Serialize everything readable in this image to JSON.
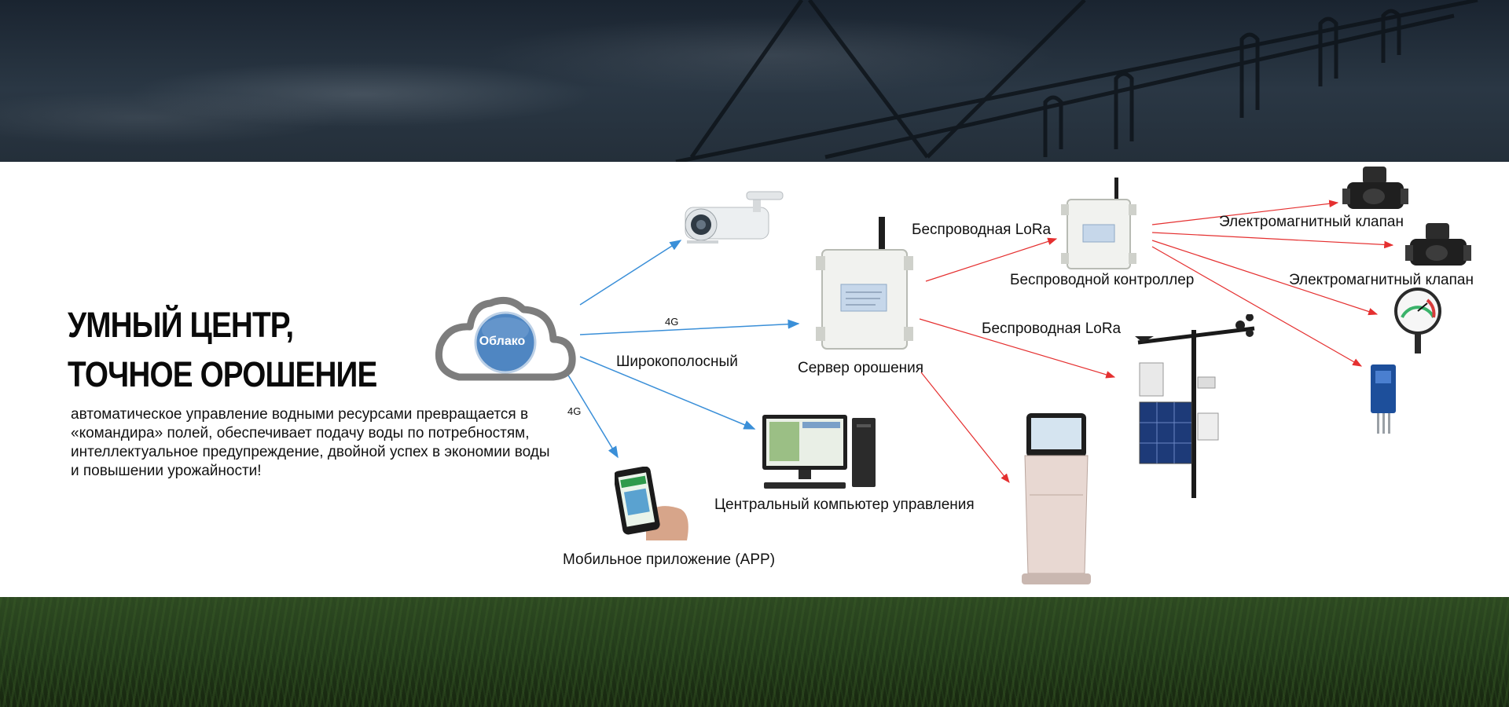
{
  "hero": {
    "title_line1": "УМНЫЙ ЦЕНТР,",
    "title_line2": "ТОЧНОЕ ОРОШЕНИЕ",
    "description": "автоматическое управление водными ресурсами превращается в «командира» полей, обеспечивает подачу воды по потребностям, интеллектуальное предупреждение, двойной успех в экономии воды и повышении урожайности!"
  },
  "diagram": {
    "cloud_label": "Облако",
    "link_4g_server": "4G",
    "link_4g_mobile": "4G",
    "broadband_label": "Широкополосный",
    "server_label": "Сервер орошения",
    "lora_top_label": "Беспроводная LoRa",
    "lora_mid_label": "Беспроводная LoRa",
    "controller_label": "Беспроводной контроллер",
    "valve1_label": "Электромагнитный клапан",
    "valve2_label": "Электромагнитный клапан",
    "computer_label": "Центральный компьютер управления",
    "mobile_label": "Мобильное приложение (APP)"
  },
  "colors": {
    "blue_link": "#3a8fd8",
    "red_link": "#e53030",
    "cloud_outline": "#7d7d7d",
    "cloud_badge": "#4f86c2"
  }
}
